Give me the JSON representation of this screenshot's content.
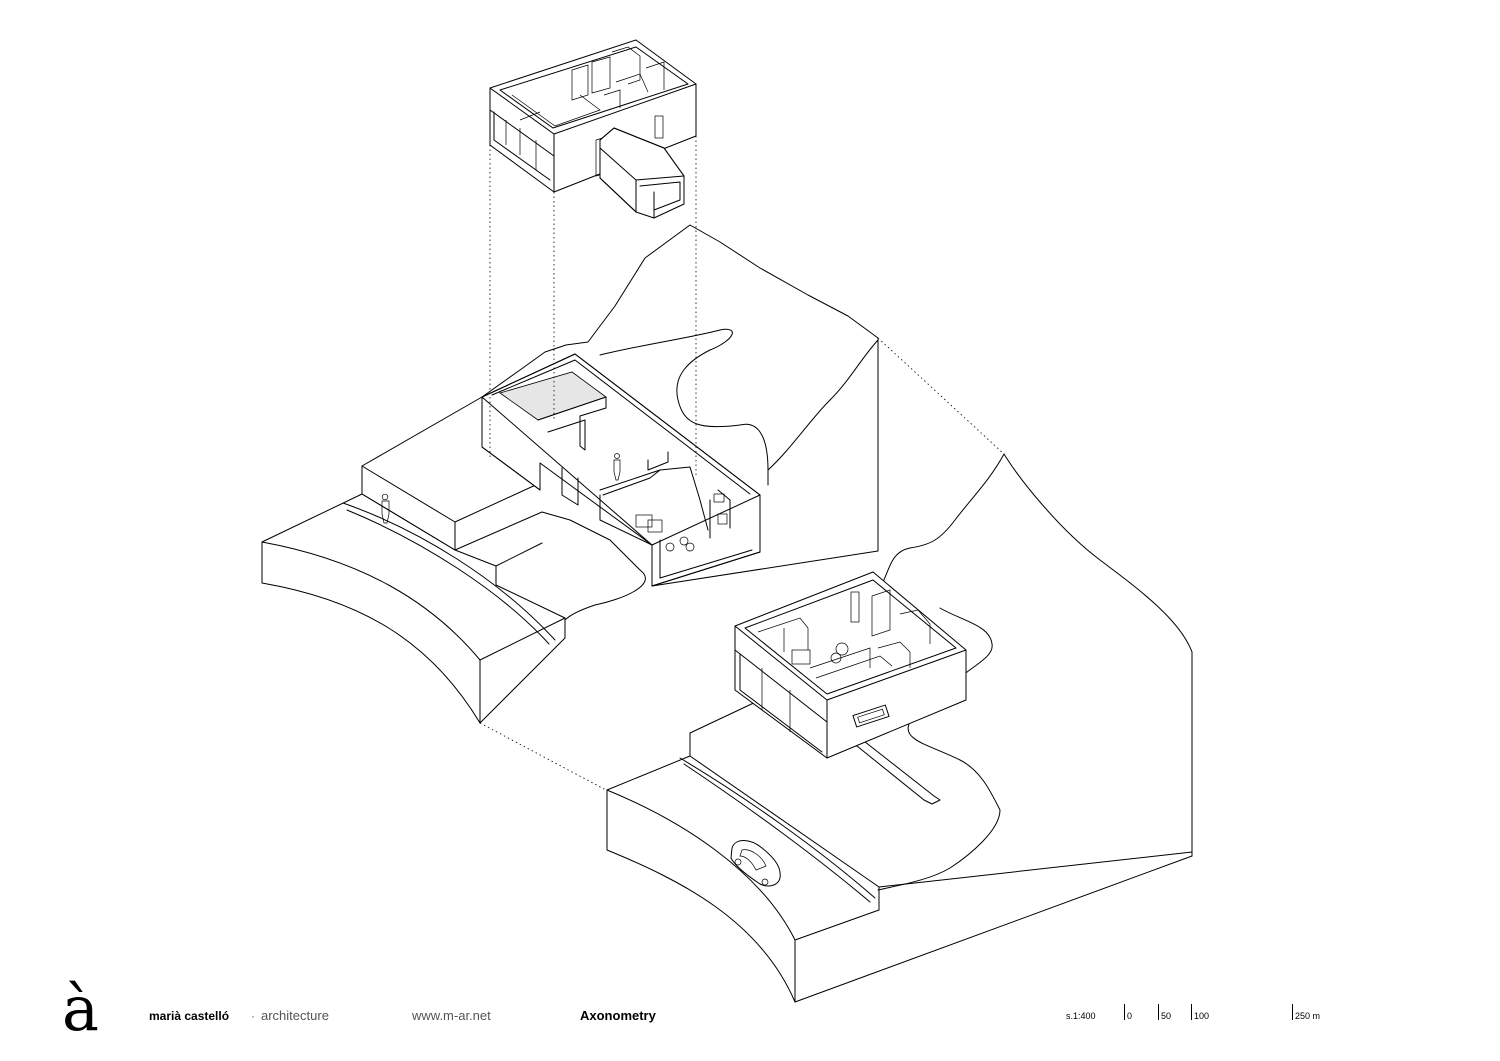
{
  "logo": {
    "glyph": "à"
  },
  "footer": {
    "office_name": "marià castelló",
    "separator": "·",
    "office_type": "architecture",
    "website": "www.m-ar.net",
    "sheet_title": "Axonometry"
  },
  "scale_bar": {
    "scale_label": "s.1:400",
    "ticks": [
      "0",
      "50",
      "100",
      "250 m"
    ]
  },
  "colors": {
    "line": "#000000",
    "background": "#ffffff",
    "glazing": "#e6e6e6"
  }
}
